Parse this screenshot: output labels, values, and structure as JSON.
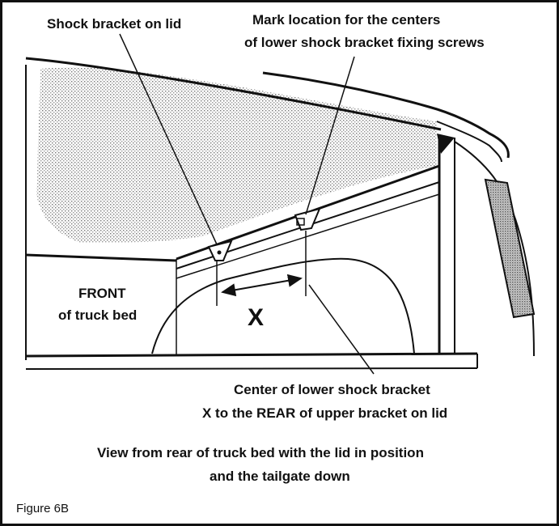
{
  "figure": {
    "label_shock_bracket": "Shock bracket on lid",
    "label_mark_line1": "Mark location for the centers",
    "label_mark_line2": "of lower shock bracket fixing screws",
    "label_front_line1": "FRONT",
    "label_front_line2": "of truck bed",
    "label_x": "X",
    "label_center_line1": "Center of lower shock bracket",
    "label_center_line2": "X  to the REAR of upper bracket on lid",
    "caption_line1": "View from rear of truck bed with the lid in position",
    "caption_line2": "and the tailgate down",
    "figure_number": "Figure 6B"
  }
}
